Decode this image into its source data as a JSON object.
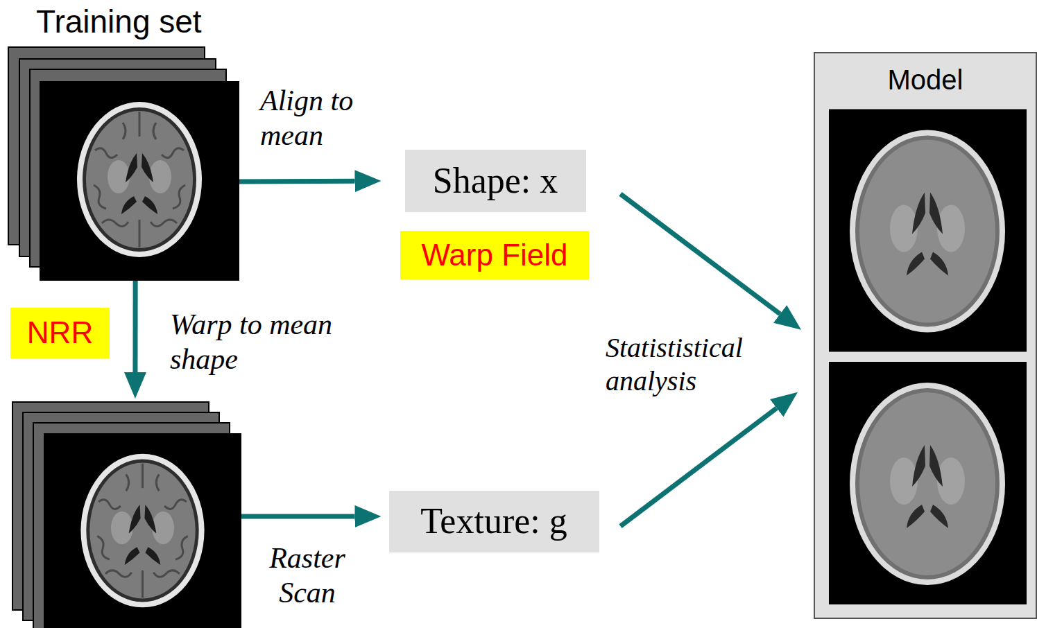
{
  "diagram": {
    "nodes": [
      {
        "text": [
          "Training set"
        ]
      },
      {
        "text": [
          "Model"
        ]
      },
      {
        "text": [
          "Shape: x"
        ]
      },
      {
        "text": [
          "Warp Field"
        ]
      },
      {
        "text": [
          "NRR"
        ]
      },
      {
        "text": []
      },
      {
        "text": [
          "Texture: g"
        ]
      }
    ],
    "edges": [
      {
        "from": 0,
        "to": 2,
        "arrow": "to",
        "label": "Align to mean"
      },
      {
        "from": 0,
        "to": 5,
        "arrow": "to",
        "label": "Warp to mean shape"
      },
      {
        "from": 5,
        "to": 6,
        "arrow": "to",
        "label": "Raster Scan"
      },
      {
        "from": 2,
        "to": 1,
        "arrow": "to"
      },
      {
        "from": 6,
        "to": 1,
        "arrow": "to"
      }
    ],
    "labels": [
      "Statististical analysis"
    ]
  }
}
